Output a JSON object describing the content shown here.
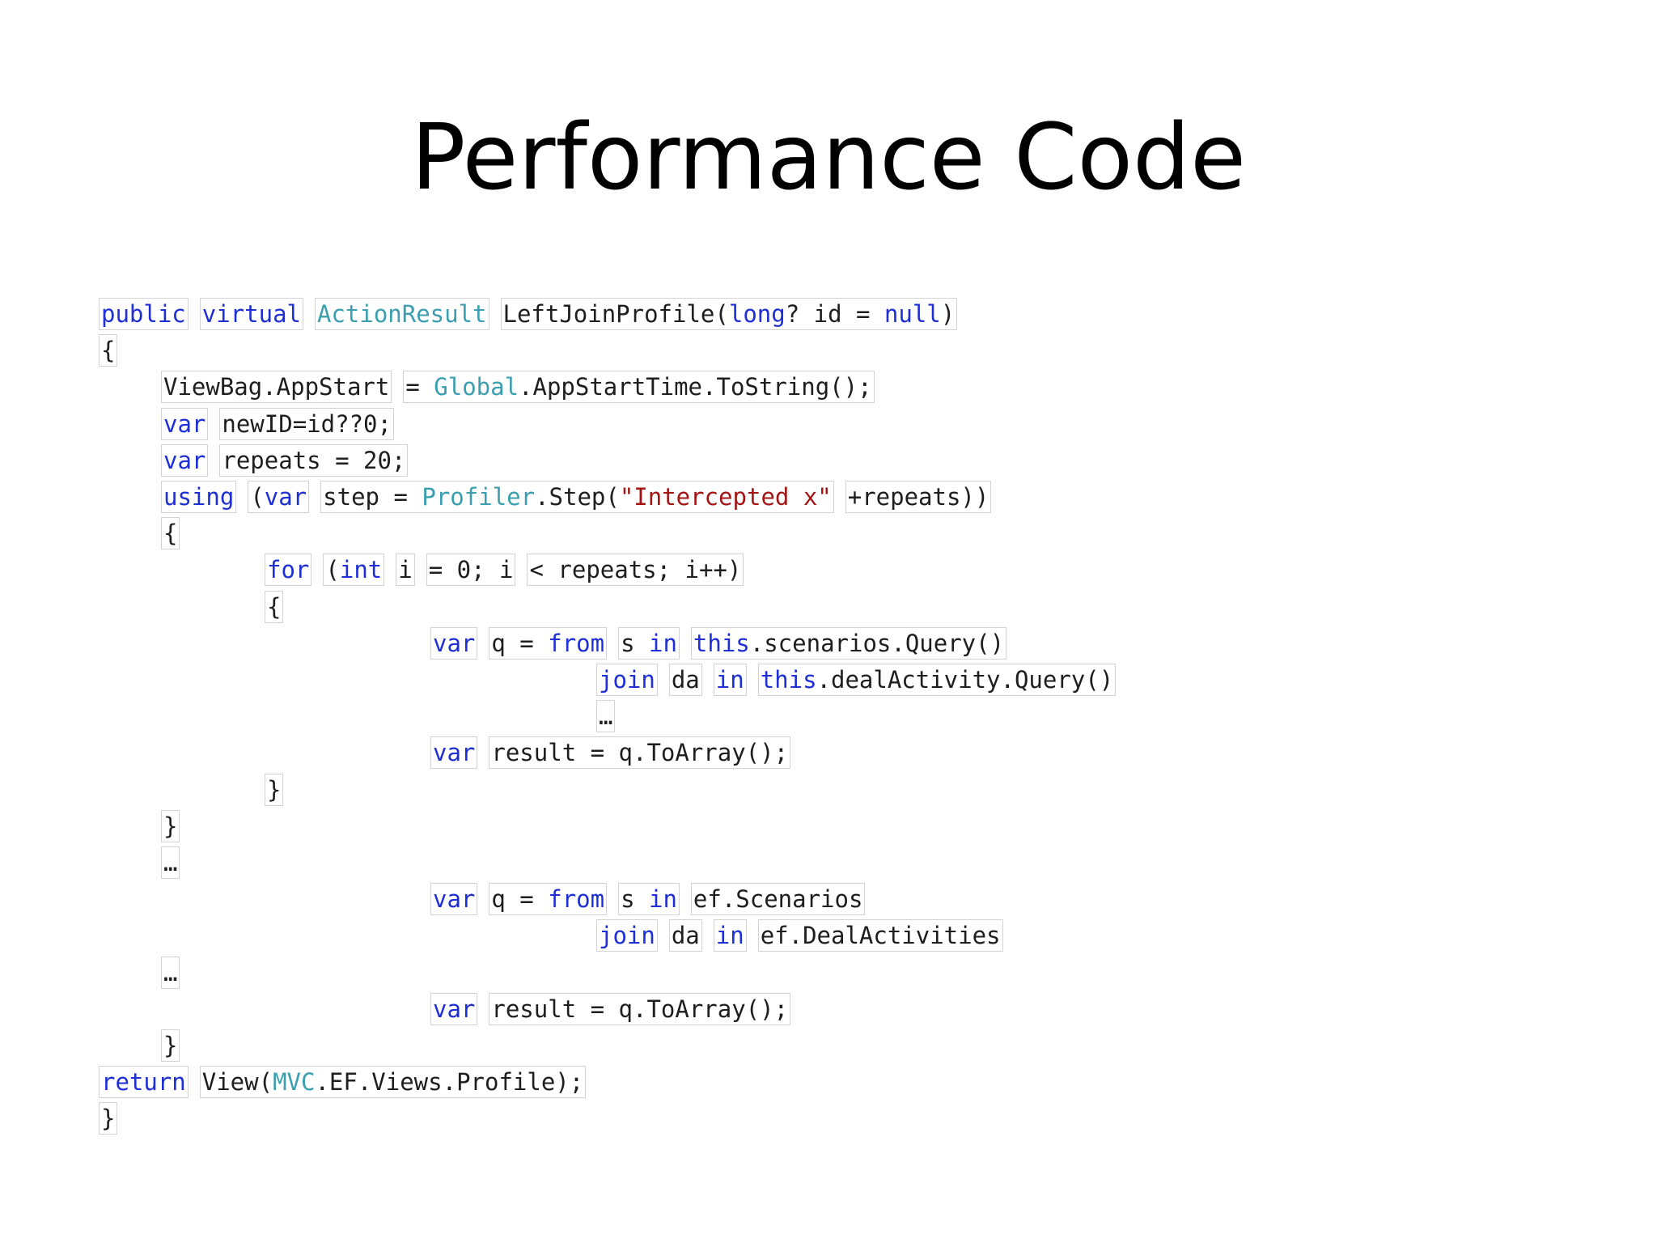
{
  "slide": {
    "title": "Performance Code"
  },
  "colors": {
    "keyword": "#1f2fd6",
    "type": "#3b9fb0",
    "string": "#a31515",
    "text": "#1e1e1e",
    "token_border": "#d3d3d3"
  },
  "code": {
    "lines": [
      {
        "indent": 0,
        "tokens": [
          {
            "t": "public",
            "k": "kw"
          },
          {
            "t": "virtual",
            "k": "kw"
          },
          {
            "t": "ActionResult",
            "k": "ty"
          },
          {
            "t": "LeftJoinProfile(long? id = null)",
            "k": "mixed",
            "parts": [
              {
                "t": "LeftJoinProfile(",
                "k": "pl"
              },
              {
                "t": "long",
                "k": "kw"
              },
              {
                "t": "? id = ",
                "k": "pl"
              },
              {
                "t": "null",
                "k": "kw"
              },
              {
                "t": ")",
                "k": "pl"
              }
            ]
          }
        ]
      },
      {
        "indent": 0,
        "tokens": [
          {
            "t": "{",
            "k": "pl"
          }
        ]
      },
      {
        "indent": 1,
        "tokens": [
          {
            "t": "ViewBag.AppStart",
            "k": "pl"
          },
          {
            "t": "= Global.AppStartTime.ToString();",
            "k": "mixed",
            "parts": [
              {
                "t": "= ",
                "k": "pl"
              },
              {
                "t": "Global",
                "k": "ty"
              },
              {
                "t": ".AppStartTime.ToString();",
                "k": "pl"
              }
            ]
          }
        ]
      },
      {
        "indent": 1,
        "tokens": [
          {
            "t": "var",
            "k": "kw"
          },
          {
            "t": "newID=id??0;",
            "k": "pl"
          }
        ]
      },
      {
        "indent": 1,
        "tokens": [
          {
            "t": "var",
            "k": "kw"
          },
          {
            "t": "repeats = 20;",
            "k": "pl"
          }
        ]
      },
      {
        "indent": 1,
        "tokens": [
          {
            "t": "using",
            "k": "kw"
          },
          {
            "t": "(var",
            "k": "mixed",
            "parts": [
              {
                "t": "(",
                "k": "pl"
              },
              {
                "t": "var",
                "k": "kw"
              }
            ]
          },
          {
            "t": "step = Profiler.Step(\"Intercepted x\"",
            "k": "mixed",
            "parts": [
              {
                "t": "step = ",
                "k": "pl"
              },
              {
                "t": "Profiler",
                "k": "ty"
              },
              {
                "t": ".Step(",
                "k": "pl"
              },
              {
                "t": "\"Intercepted x\"",
                "k": "st"
              }
            ]
          },
          {
            "t": "+repeats))",
            "k": "pl"
          }
        ]
      },
      {
        "indent": 1,
        "tokens": [
          {
            "t": "{",
            "k": "pl"
          }
        ]
      },
      {
        "indent": 2,
        "tokens": [
          {
            "t": "for",
            "k": "kw"
          },
          {
            "t": "(int",
            "k": "mixed",
            "parts": [
              {
                "t": "(",
                "k": "pl"
              },
              {
                "t": "int",
                "k": "kw"
              }
            ]
          },
          {
            "t": "i",
            "k": "pl"
          },
          {
            "t": "= 0; i",
            "k": "pl"
          },
          {
            "t": "< repeats; i++)",
            "k": "pl"
          }
        ]
      },
      {
        "indent": 2,
        "tokens": [
          {
            "t": "{",
            "k": "pl"
          }
        ]
      },
      {
        "indent": 3,
        "tokens": [
          {
            "t": "var",
            "k": "kw"
          },
          {
            "t": "q = from",
            "k": "mixed",
            "parts": [
              {
                "t": "q = ",
                "k": "pl"
              },
              {
                "t": "from",
                "k": "kw"
              }
            ]
          },
          {
            "t": "s in",
            "k": "mixed",
            "parts": [
              {
                "t": "s ",
                "k": "pl"
              },
              {
                "t": "in",
                "k": "kw"
              }
            ]
          },
          {
            "t": "this.scenarios.Query()",
            "k": "mixed",
            "parts": [
              {
                "t": "this",
                "k": "kw"
              },
              {
                "t": ".scenarios.Query()",
                "k": "pl"
              }
            ]
          }
        ]
      },
      {
        "indent": 4,
        "tokens": [
          {
            "t": "join",
            "k": "kw"
          },
          {
            "t": "da",
            "k": "pl"
          },
          {
            "t": "in",
            "k": "kw"
          },
          {
            "t": "this.dealActivity.Query()",
            "k": "mixed",
            "parts": [
              {
                "t": "this",
                "k": "kw"
              },
              {
                "t": ".dealActivity.Query()",
                "k": "pl"
              }
            ]
          }
        ]
      },
      {
        "indent": 4,
        "tokens": [
          {
            "t": "…",
            "k": "pl"
          }
        ]
      },
      {
        "indent": 3,
        "tokens": [
          {
            "t": "var",
            "k": "kw"
          },
          {
            "t": "result = q.ToArray();",
            "k": "pl"
          }
        ]
      },
      {
        "indent": 2,
        "tokens": [
          {
            "t": "}",
            "k": "pl"
          }
        ]
      },
      {
        "indent": 1,
        "tokens": [
          {
            "t": "}",
            "k": "pl"
          }
        ]
      },
      {
        "indent": 1,
        "tokens": [
          {
            "t": "…",
            "k": "pl"
          }
        ]
      },
      {
        "indent": 3,
        "tokens": [
          {
            "t": "var",
            "k": "kw"
          },
          {
            "t": "q = from",
            "k": "mixed",
            "parts": [
              {
                "t": "q = ",
                "k": "pl"
              },
              {
                "t": "from",
                "k": "kw"
              }
            ]
          },
          {
            "t": "s in",
            "k": "mixed",
            "parts": [
              {
                "t": "s ",
                "k": "pl"
              },
              {
                "t": "in",
                "k": "kw"
              }
            ]
          },
          {
            "t": "ef.Scenarios",
            "k": "pl"
          }
        ]
      },
      {
        "indent": 4,
        "tokens": [
          {
            "t": "join",
            "k": "kw"
          },
          {
            "t": "da",
            "k": "pl"
          },
          {
            "t": "in",
            "k": "kw"
          },
          {
            "t": "ef.DealActivities",
            "k": "pl"
          }
        ]
      },
      {
        "indent": 1,
        "tokens": [
          {
            "t": "…",
            "k": "pl"
          }
        ]
      },
      {
        "indent": 3,
        "tokens": [
          {
            "t": "var",
            "k": "kw"
          },
          {
            "t": "result = q.ToArray();",
            "k": "pl"
          }
        ]
      },
      {
        "indent": 1,
        "tokens": [
          {
            "t": "}",
            "k": "pl"
          }
        ]
      },
      {
        "indent": 0,
        "tokens": [
          {
            "t": "return",
            "k": "kw"
          },
          {
            "t": "View(MVC.EF.Views.Profile);",
            "k": "mixed",
            "parts": [
              {
                "t": "View(",
                "k": "pl"
              },
              {
                "t": "MVC",
                "k": "ty"
              },
              {
                "t": ".EF.Views.Profile);",
                "k": "pl"
              }
            ]
          }
        ]
      },
      {
        "indent": 0,
        "tokens": [
          {
            "t": "}",
            "k": "pl"
          }
        ]
      }
    ]
  }
}
